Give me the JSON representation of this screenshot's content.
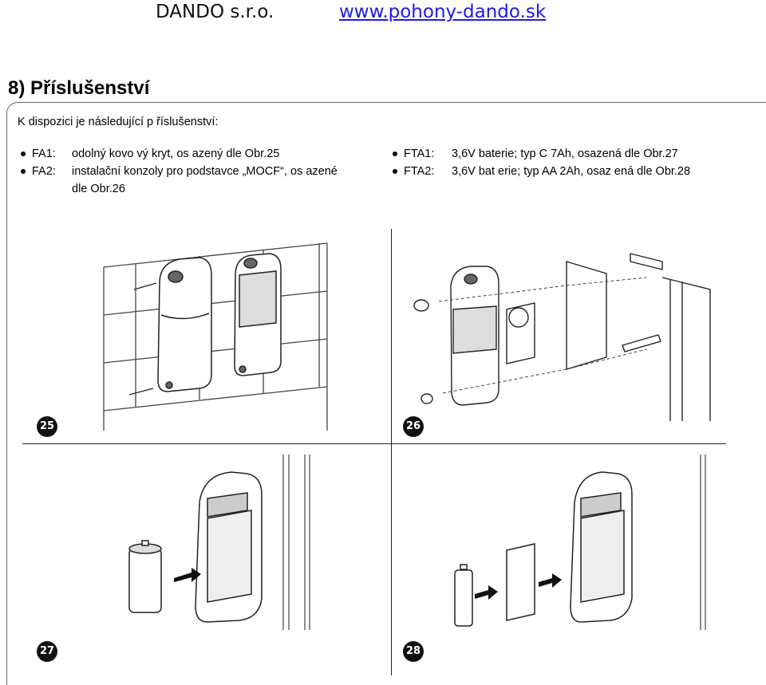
{
  "header": {
    "company": "DANDO s.r.o.",
    "website": "www.pohony-dando.sk"
  },
  "section": {
    "title": "8) Příslušenství"
  },
  "intro": "K dispozici je následující p říslušenství:",
  "left_items": [
    {
      "code": "FA1:",
      "text": "odolný kovo vý kryt, os azený dle Obr.25",
      "cont": ""
    },
    {
      "code": "FA2:",
      "text": "instalační konzoly pro podstavce „MOCF“, os azené",
      "cont": "dle Obr.26"
    }
  ],
  "right_items": [
    {
      "code": "FTA1:",
      "text": "3,6V baterie; typ C 7Ah, osazená dle Obr.27"
    },
    {
      "code": "FTA2:",
      "text": "3,6V bat erie; typ AA 2Ah, osaz ená dle Obr.28"
    }
  ],
  "figures": [
    {
      "number": "25",
      "icon": "wall-mounted-photocell-cover-icon"
    },
    {
      "number": "26",
      "icon": "post-mounting-bracket-exploded-icon"
    },
    {
      "number": "27",
      "icon": "c-battery-insertion-icon"
    },
    {
      "number": "28",
      "icon": "aa-battery-adapter-insertion-icon"
    }
  ]
}
